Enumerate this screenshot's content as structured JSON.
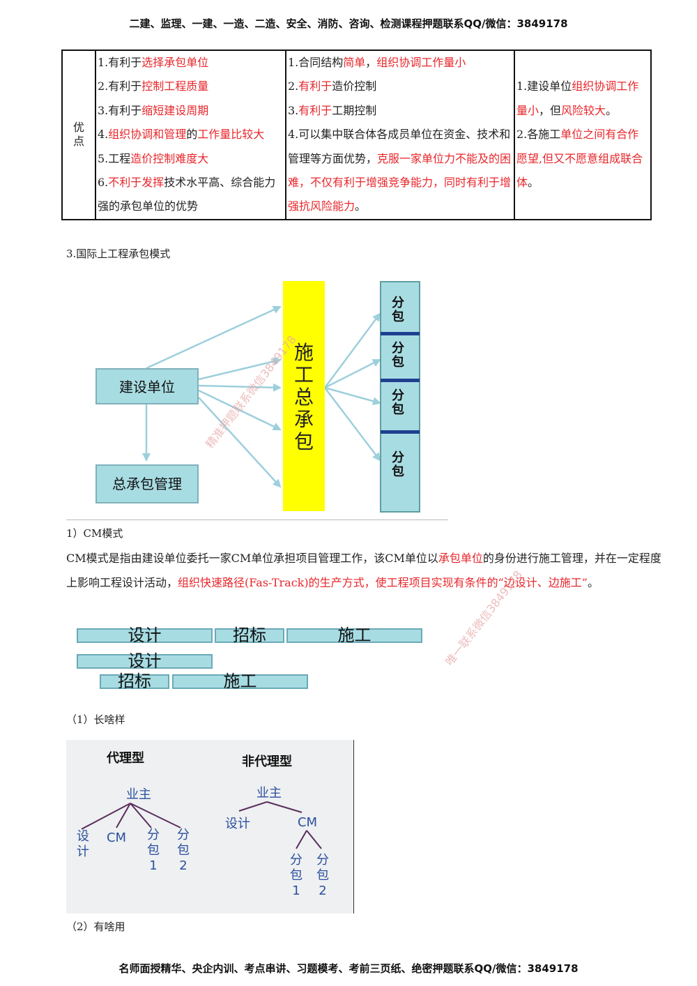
{
  "header": {
    "text": "二建、监理、一建、一造、二造、安全、消防、咨询、检测课程押题联系QQ/微信：3849178"
  },
  "footer": {
    "text": "名师面授精华、央企内训、考点串讲、习题模考、考前三页纸、绝密押题联系QQ/微信：3849178"
  },
  "table": {
    "row_label": "优点",
    "col1": [
      {
        "p": "1.有利于",
        "r": "选择承包单位"
      },
      {
        "p": "2.有利于",
        "r": "控制工程质量"
      },
      {
        "p": "3.有利于",
        "r": "缩短建设周期"
      },
      {
        "p": "4.",
        "r": "组织协调和管理",
        "m": "的",
        "r2": "工作量比较大"
      },
      {
        "p": "5.工程",
        "r": "造价控制难度大"
      },
      {
        "p": "6.",
        "r": "不利于发挥",
        "m": "技术水平高、综合能力强的承包单位的优势"
      }
    ],
    "col2": [
      {
        "p": "1.合同结构",
        "r": "简单",
        "m": "，",
        "r2": "组织协调工作量小"
      },
      {
        "p": "2.",
        "r": "有利于",
        "m": "造价控制"
      },
      {
        "p": "3.",
        "r": "有利于",
        "m": "工期控制"
      },
      {
        "p": "4.可以集中联合体各成员单位在资金、技术和管理等方面优势，",
        "r": "克服一家单位力不能及的困难，不仅有利于增强竞争能力，同时有利于增强抗风险能力",
        "m": "。"
      }
    ],
    "col3": [
      {
        "p": "1.建设单位",
        "r": "组织协调工作量小",
        "m": "，但",
        "r2": "风险较大",
        "m2": "。"
      },
      {
        "p": "2.各施工",
        "r": "单位之间有合作愿望,但又不愿意组成联合体",
        "m": "。"
      }
    ]
  },
  "section3_title": "3.国际上工程承包模式",
  "diagram1": {
    "owner": "建设单位",
    "gc_mgmt": "总承包管理",
    "gc": [
      "施",
      "工",
      "总",
      "承",
      "包"
    ],
    "subs": [
      [
        "分",
        "包"
      ],
      [
        "分",
        "包"
      ],
      [
        "分",
        "包"
      ],
      [
        "分",
        "包"
      ]
    ],
    "colors": {
      "yellow": "#ffff00",
      "teal": "#a8dce3",
      "teal_border": "#5f9ea0",
      "navy": "#1f3f8f",
      "arrow": "#9dcfdc"
    }
  },
  "cm_title": "1）CM模式",
  "cm_para": {
    "a": "CM模式是指由建设单位委托一家CM单位承担项目管理工作，该CM单位以",
    "b": "承包单位",
    "c": "的身份进行施工管理，并在一定程度上影响工程设计活动，",
    "d": "组织快速路径(Fas-Track)的生产方式，使工程项目实现有条件的“边设计、边施工”",
    "e": "。"
  },
  "watermarks": [
    "精准押题联系微信3849178",
    "唯一联系微信3849178"
  ],
  "bars": {
    "row1": [
      "设计",
      "招标",
      "施工"
    ],
    "row2": [
      "设计"
    ],
    "row3": [
      "招标",
      "施工"
    ]
  },
  "sub1": "（1）长啥样",
  "tree": {
    "agency_title": "代理型",
    "nonagency_title": "非代理型",
    "owner": "业主",
    "agency_children": [
      "设\n计",
      "CM",
      "分\n包\n1",
      "分\n包\n2"
    ],
    "non_children": [
      "设计",
      "CM"
    ],
    "cm_children": [
      "分\n包\n1",
      "分\n包\n2"
    ],
    "colors": {
      "text": "#2a4f9e",
      "line": "#5a2c5c"
    }
  },
  "sub2": "（2）有啥用"
}
